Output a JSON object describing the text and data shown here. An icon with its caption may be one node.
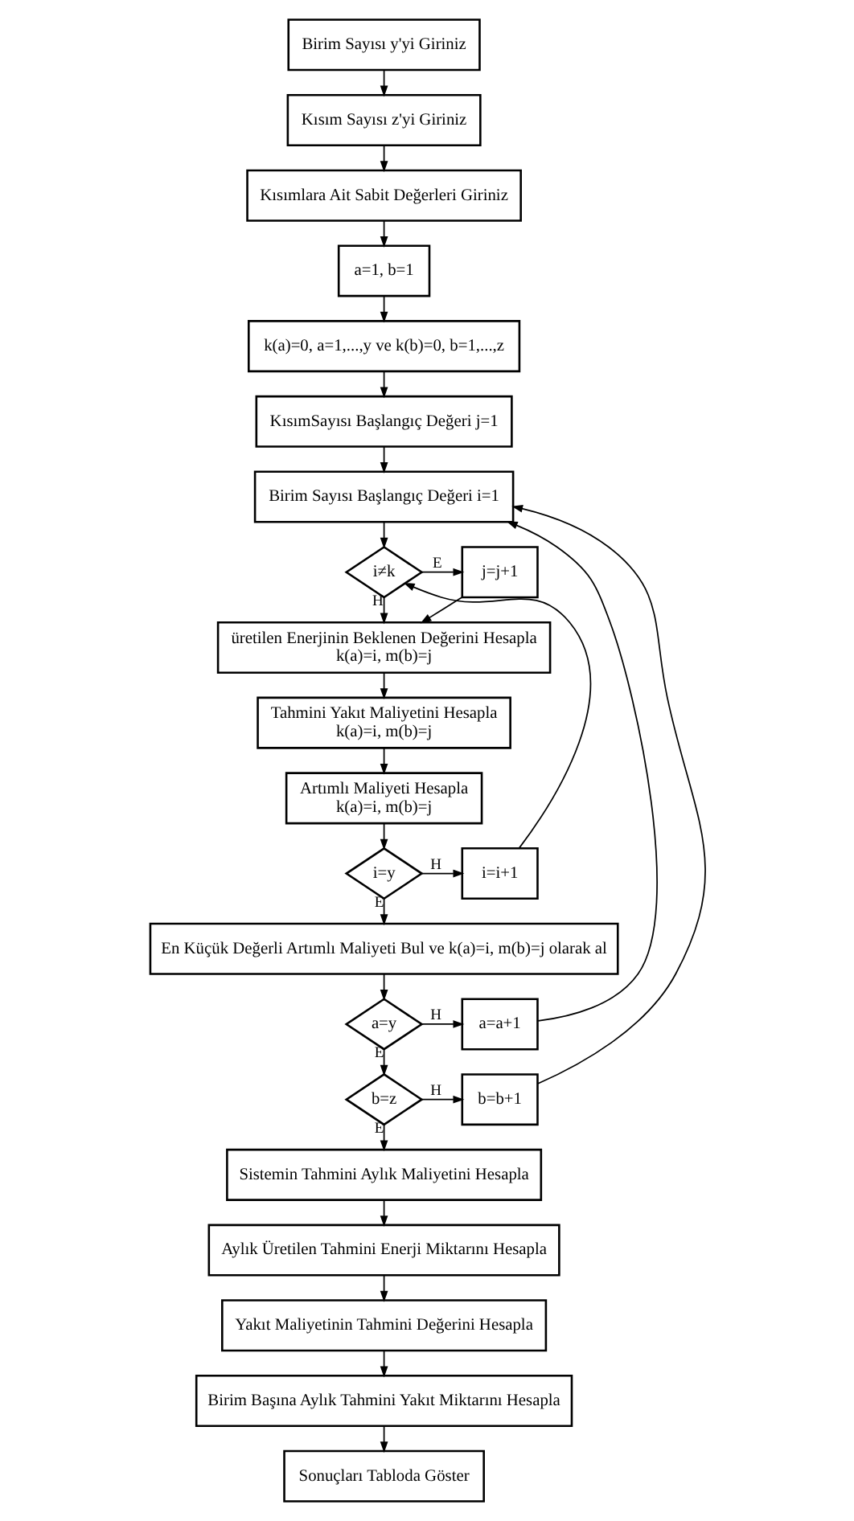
{
  "diagram": {
    "nodes": [
      {
        "text": [
          "Birim Sayısı y'yi Giriniz"
        ]
      },
      {
        "text": [
          "Kısım Sayısı z'yi Giriniz"
        ]
      },
      {
        "text": [
          "Kısımlara Ait Sabit Değerleri Giriniz"
        ]
      },
      {
        "text": [
          "a=1, b=1"
        ]
      },
      {
        "text": [
          "k(a)=0, a=1,...,y ve k(b)=0, b=1,...,z"
        ]
      },
      {
        "text": [
          "KısımSayısı Başlangıç Değeri j=1"
        ]
      },
      {
        "text": [
          "Birim Sayısı Başlangıç Değeri i=1"
        ]
      },
      {
        "text": [
          "i≠k"
        ]
      },
      {
        "text": [
          "j=j+1"
        ]
      },
      {
        "text": [
          "üretilen Enerjinin Beklenen Değerini Hesapla",
          "k(a)=i, m(b)=j"
        ]
      },
      {
        "text": [
          "Tahmini Yakıt Maliyetini Hesapla",
          "k(a)=i, m(b)=j"
        ]
      },
      {
        "text": [
          "Artımlı Maliyeti Hesapla",
          "k(a)=i, m(b)=j"
        ]
      },
      {
        "text": [
          "i=y"
        ]
      },
      {
        "text": [
          "i=i+1"
        ]
      },
      {
        "text": [
          "En Küçük Değerli Artımlı Maliyeti Bul ve k(a)=i, m(b)=j olarak al"
        ]
      },
      {
        "text": [
          "a=y"
        ]
      },
      {
        "text": [
          "a=a+1"
        ]
      },
      {
        "text": [
          "b=z"
        ]
      },
      {
        "text": [
          "b=b+1"
        ]
      },
      {
        "text": [
          "Sistemin Tahmini Aylık Maliyetini Hesapla"
        ]
      },
      {
        "text": [
          "Aylık Üretilen Tahmini Enerji Miktarını Hesapla"
        ]
      },
      {
        "text": [
          "Yakıt Maliyetinin Tahmini Değerini Hesapla"
        ]
      },
      {
        "text": [
          "Birim Başına Aylık Tahmini Yakıt Miktarını Hesapla"
        ]
      },
      {
        "text": [
          "Sonuçları Tabloda Göster"
        ]
      }
    ],
    "edges": [
      {
        "from": 0,
        "to": 1,
        "arrow": "to"
      },
      {
        "from": 1,
        "to": 2,
        "arrow": "to"
      },
      {
        "from": 2,
        "to": 3,
        "arrow": "to"
      },
      {
        "from": 3,
        "to": 4,
        "arrow": "to"
      },
      {
        "from": 4,
        "to": 5,
        "arrow": "to"
      },
      {
        "from": 5,
        "to": 6,
        "arrow": "to"
      },
      {
        "from": 6,
        "to": 7,
        "arrow": "to"
      },
      {
        "from": 7,
        "to": 8,
        "label": "E",
        "arrow": "to"
      },
      {
        "from": 7,
        "to": 9,
        "label": "H",
        "arrow": "to"
      },
      {
        "from": 8,
        "to": 9,
        "arrow": "to"
      },
      {
        "from": 9,
        "to": 10,
        "arrow": "to"
      },
      {
        "from": 10,
        "to": 11,
        "arrow": "to"
      },
      {
        "from": 11,
        "to": 12,
        "arrow": "to"
      },
      {
        "from": 12,
        "to": 13,
        "label": "H",
        "arrow": "to"
      },
      {
        "from": 13,
        "to": 7,
        "arrow": "to"
      },
      {
        "from": 12,
        "to": 14,
        "label": "E",
        "arrow": "to"
      },
      {
        "from": 14,
        "to": 15,
        "arrow": "to"
      },
      {
        "from": 15,
        "to": 16,
        "label": "H",
        "arrow": "to"
      },
      {
        "from": 16,
        "to": 6,
        "arrow": "to"
      },
      {
        "from": 15,
        "to": 17,
        "label": "E",
        "arrow": "to"
      },
      {
        "from": 17,
        "to": 18,
        "label": "H",
        "arrow": "to"
      },
      {
        "from": 18,
        "to": 6,
        "arrow": "to"
      },
      {
        "from": 17,
        "to": 19,
        "label": "E",
        "arrow": "to"
      },
      {
        "from": 19,
        "to": 20,
        "arrow": "to"
      },
      {
        "from": 20,
        "to": 21,
        "arrow": "to"
      },
      {
        "from": 21,
        "to": 22,
        "arrow": "to"
      },
      {
        "from": 22,
        "to": 23,
        "arrow": "to"
      }
    ]
  }
}
